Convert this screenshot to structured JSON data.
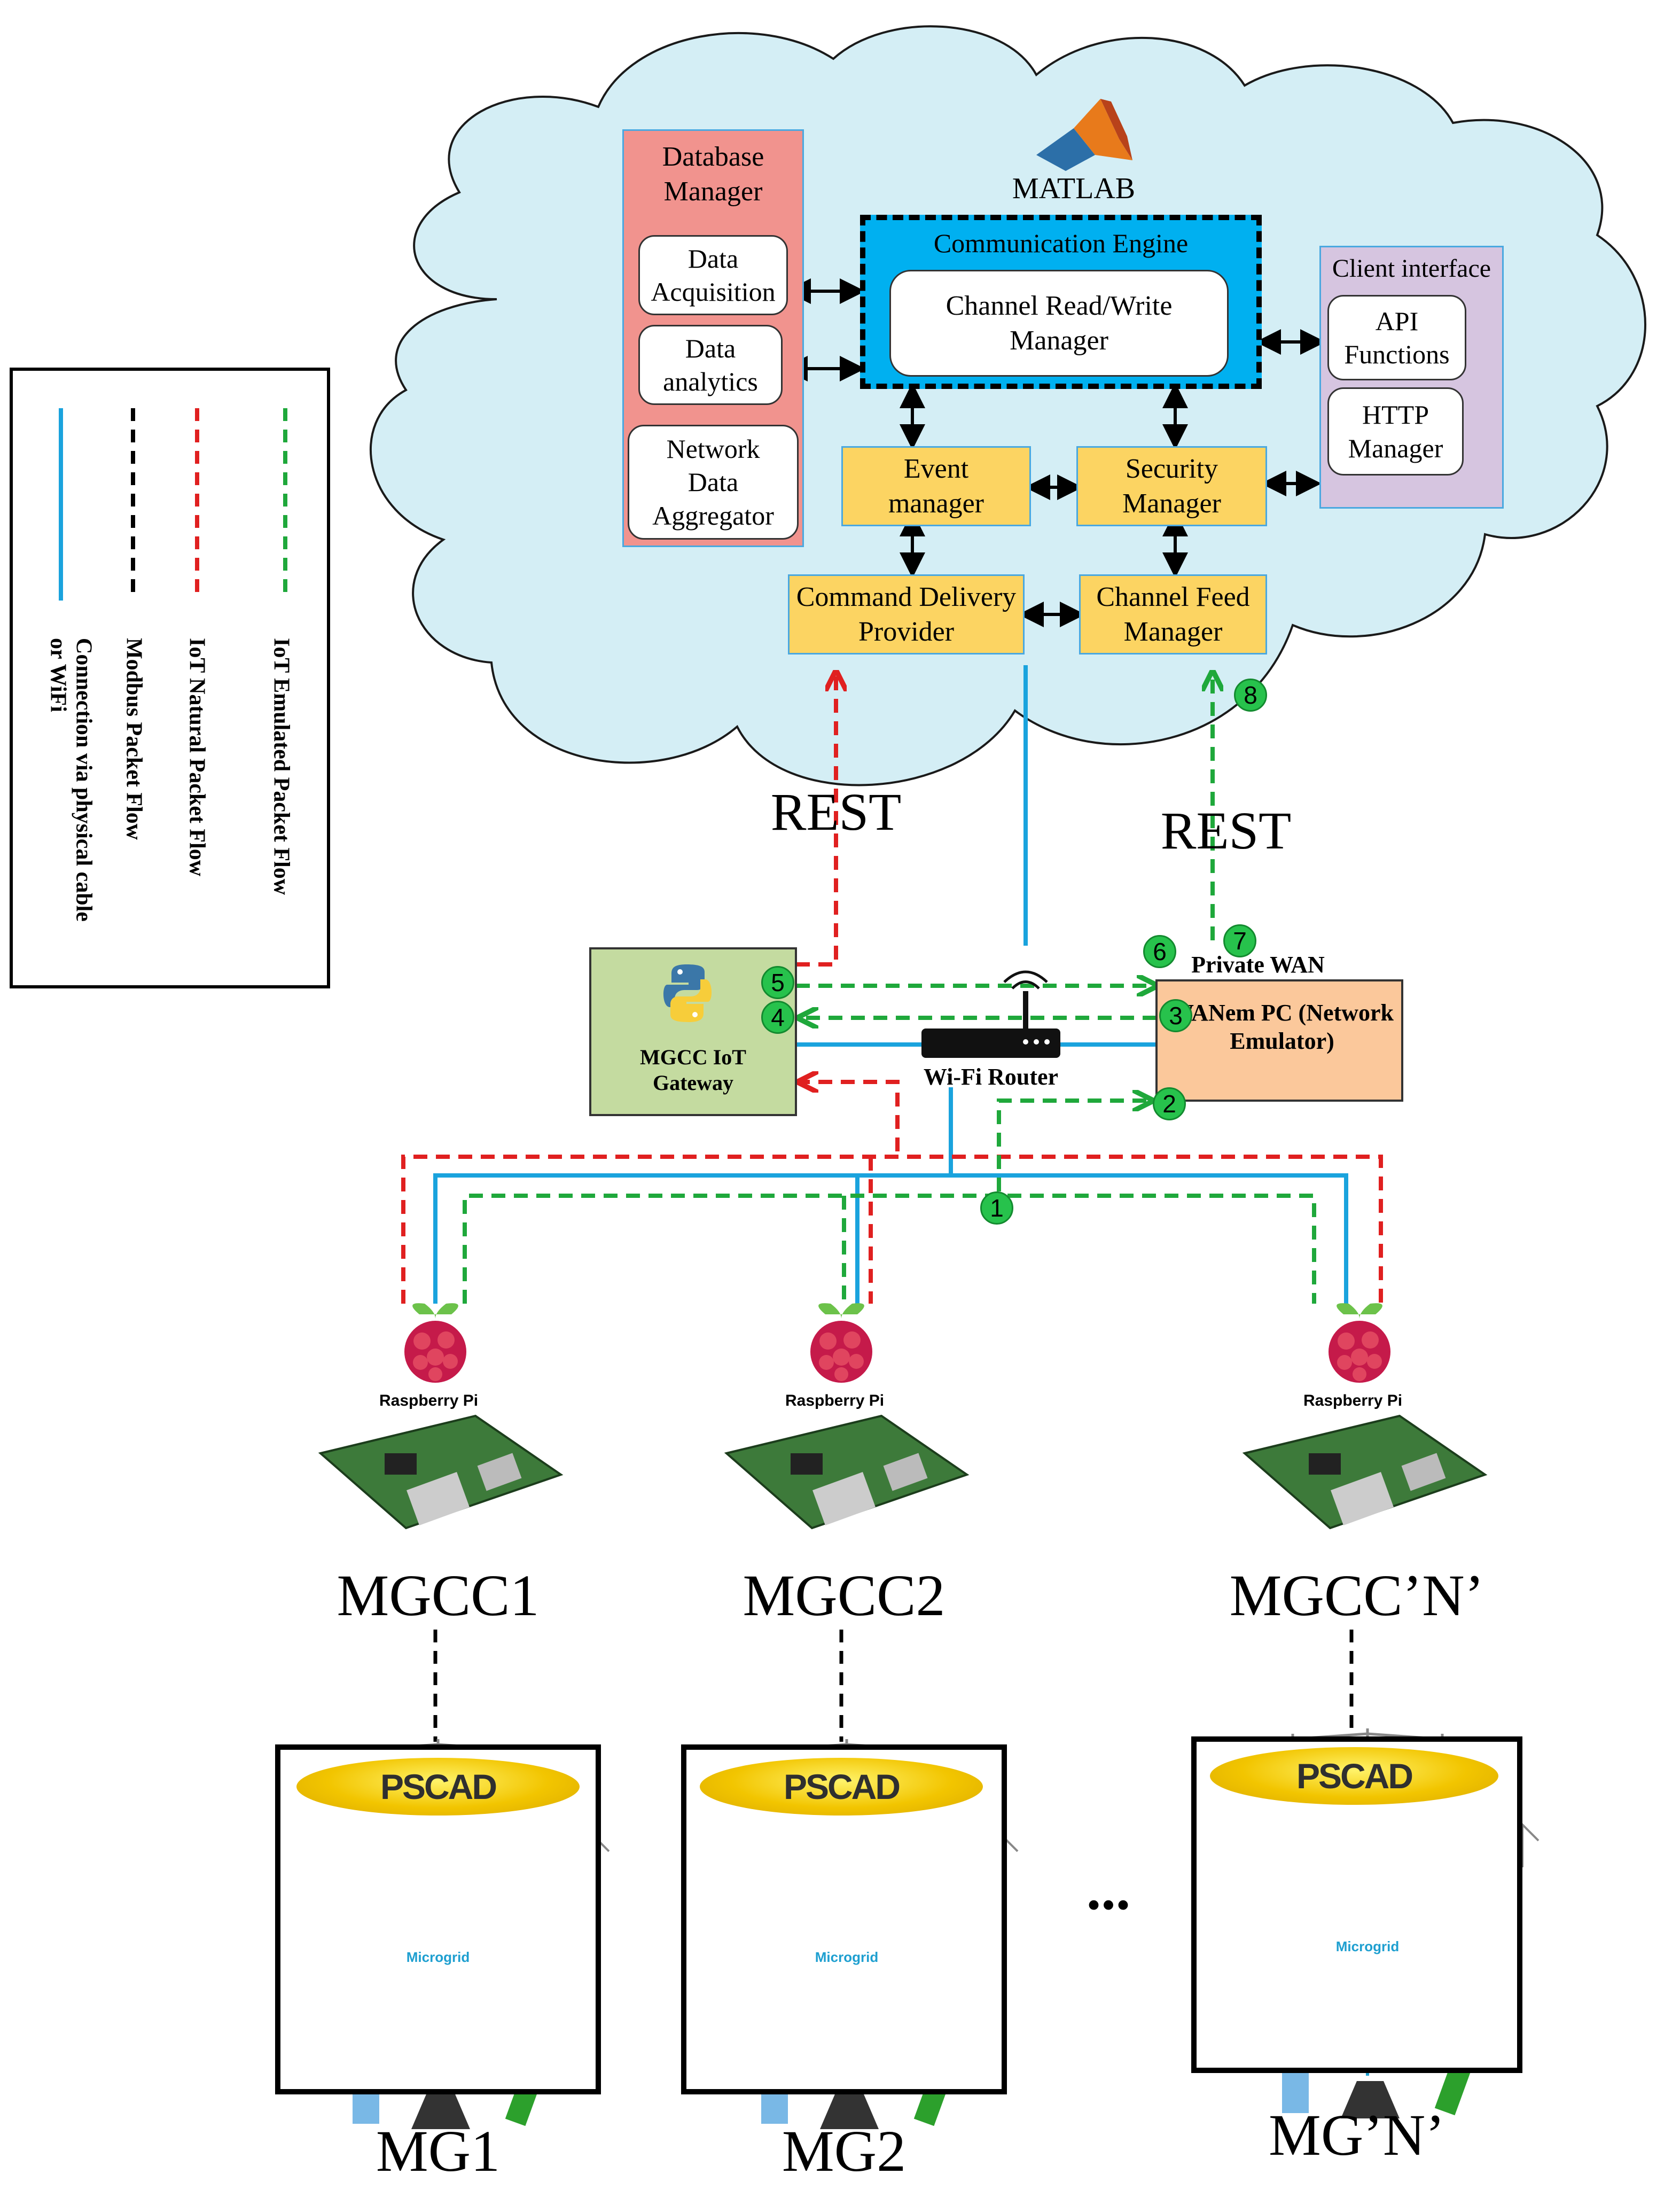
{
  "cloud": {
    "matlab_label": "MATLAB",
    "database_manager": {
      "title": "Database Manager",
      "items": [
        "Data Acquisition",
        "Data analytics",
        "Network Data Aggregator"
      ]
    },
    "communication_engine": {
      "title": "Communication Engine",
      "channel_manager": "Channel Read/Write Manager"
    },
    "client_interface": {
      "title": "Client interface",
      "items": [
        "API Functions",
        "HTTP Manager"
      ]
    },
    "event_manager": "Event manager",
    "security_manager": "Security Manager",
    "command_delivery": "Command Delivery Provider",
    "channel_feed": "Channel Feed Manager"
  },
  "rest_labels": [
    "REST",
    "REST"
  ],
  "network": {
    "gateway_label": "MGCC IoT Gateway",
    "router_label": "Wi-Fi Router",
    "wan_label": "Private WAN",
    "wanem_label": "WANem PC (Network Emulator)"
  },
  "badges": [
    "1",
    "2",
    "3",
    "4",
    "5",
    "6",
    "7",
    "8"
  ],
  "legend": [
    {
      "label": "IoT Emulated Packet Flow",
      "color": "#1fa83b",
      "style": "dashed"
    },
    {
      "label": "IoT Natural Packet Flow",
      "color": "#e02020",
      "style": "dashed"
    },
    {
      "label": "Modbus Packet Flow",
      "color": "#000000",
      "style": "dashed"
    },
    {
      "label": "Connection via physical cable or WiFi",
      "color": "#1aa3dd",
      "style": "solid"
    }
  ],
  "controllers": [
    {
      "brand": "Raspberry Pi",
      "name": "MGCC1"
    },
    {
      "brand": "Raspberry Pi",
      "name": "MGCC2"
    },
    {
      "brand": "Raspberry Pi",
      "name": "MGCC’N’"
    }
  ],
  "microgrids": [
    {
      "software": "PSCAD",
      "center": "Microgrid",
      "name": "MG1"
    },
    {
      "software": "PSCAD",
      "center": "Microgrid",
      "name": "MG2"
    },
    {
      "software": "PSCAD",
      "center": "Microgrid",
      "name": "MG’N’"
    }
  ],
  "ellipsis": "...",
  "colors": {
    "cloud": "#d4eef5",
    "database_manager": "#f1938e",
    "communication_engine": "#00b0f0",
    "yellow_box": "#fcd462",
    "client_interface": "#d6c5e0",
    "gateway": "#c4dba0",
    "wanem": "#fbc89b",
    "green_flow": "#1fa83b",
    "red_flow": "#e02020",
    "blue_link": "#1aa3dd"
  }
}
